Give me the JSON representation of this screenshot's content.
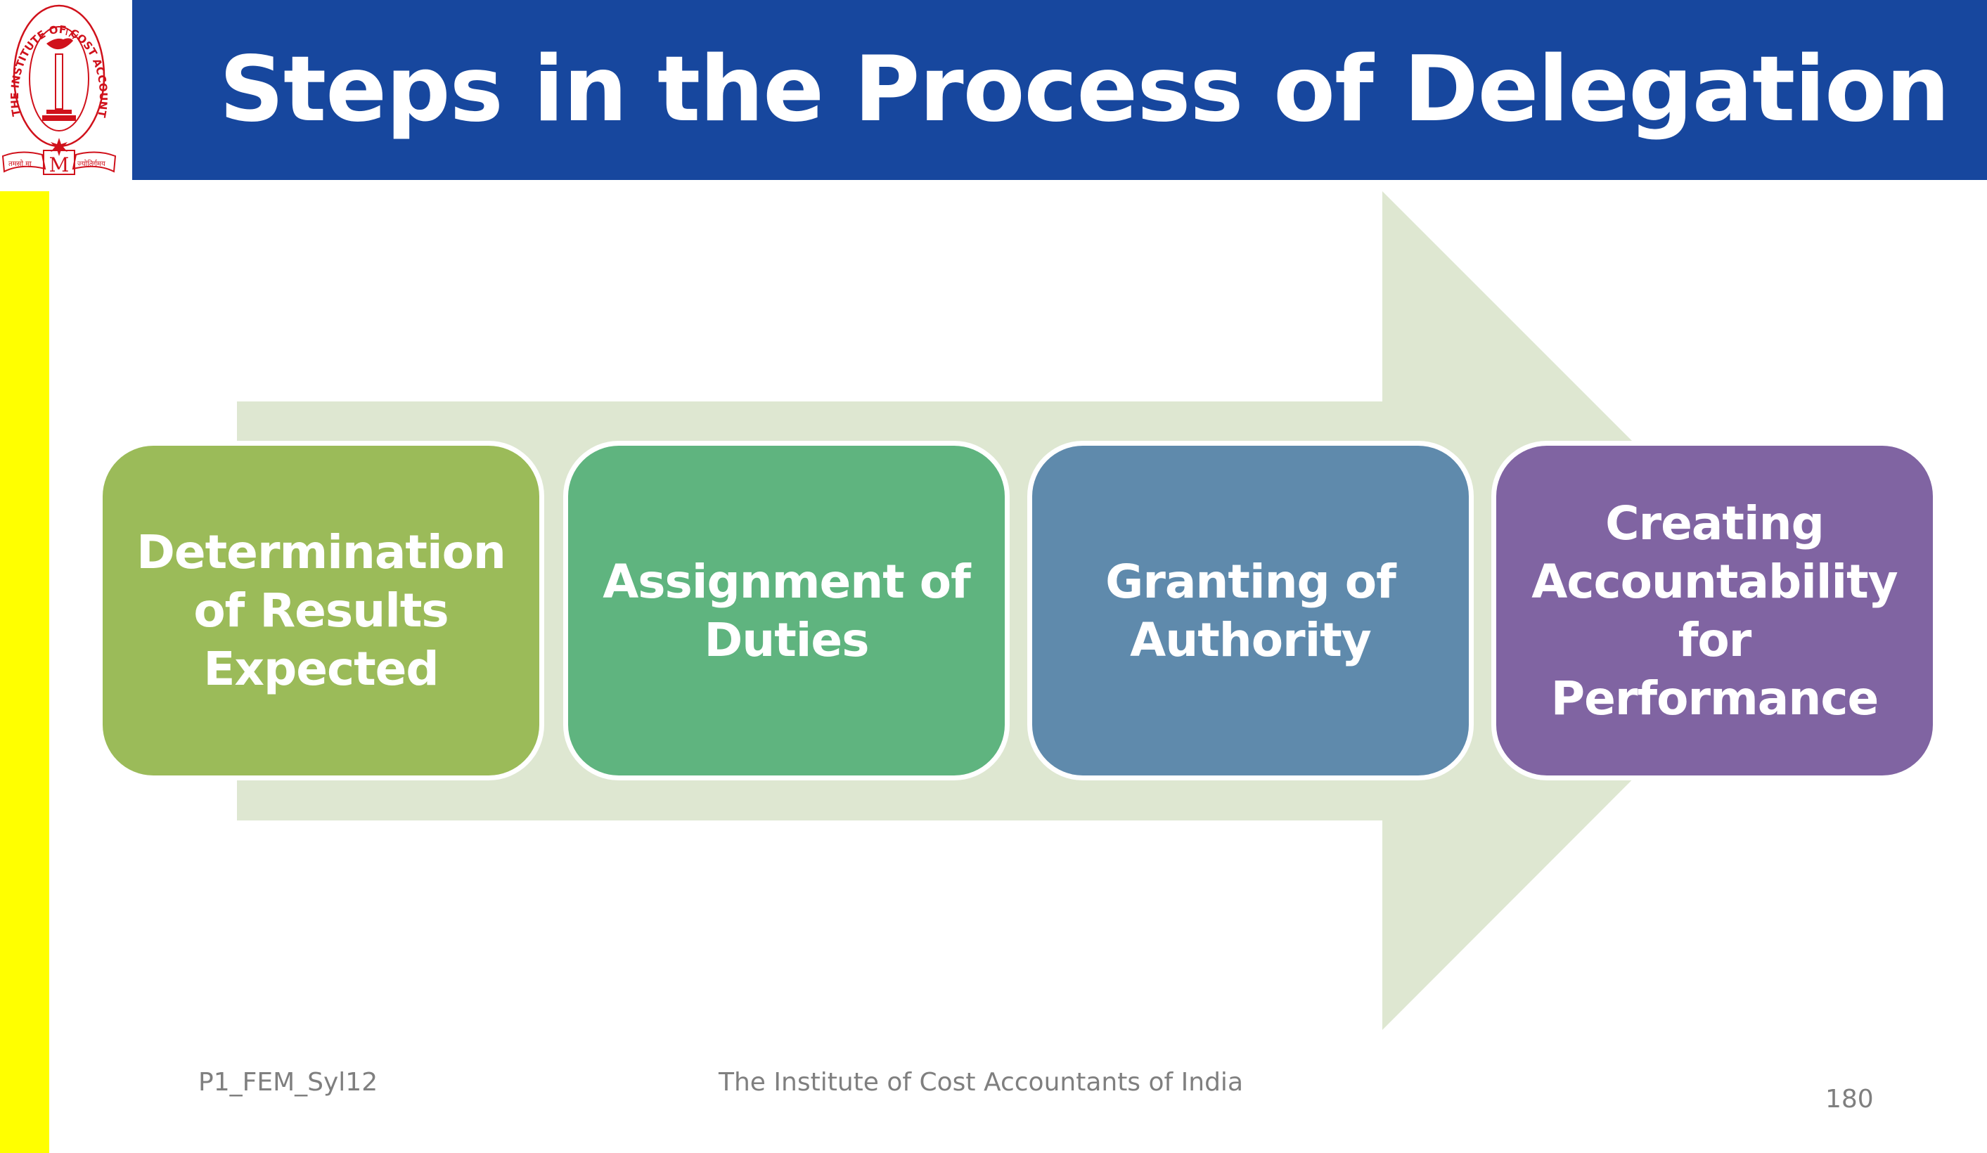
{
  "slide": {
    "title": "Steps in the Process of Delegation",
    "logo": {
      "icon": "institute-emblem-icon",
      "ring_text": "THE INSTITUTE OF COST ACCOUNTANTS OF INDIA",
      "motto_left": "तमसो मा",
      "motto_center": "M",
      "motto_right": "ज्योतिर्गमय"
    },
    "colors": {
      "banner": "#17479E",
      "side_bar": "#FFFF00",
      "arrow": "#DEE7D1",
      "logo_red": "#D0111B"
    }
  },
  "diagram": {
    "type": "process-arrow",
    "steps": [
      {
        "label": "Determination\nof Results\nExpected",
        "color": "#9BBB59"
      },
      {
        "label": "Assignment of\nDuties",
        "color": "#5FB47F"
      },
      {
        "label": "Granting of\nAuthority",
        "color": "#5F8AAC"
      },
      {
        "label": "Creating\nAccountability\nfor\nPerformance",
        "color": "#8064A2"
      }
    ]
  },
  "footer": {
    "code": "P1_FEM_Syl12",
    "organization": "The Institute of Cost Accountants of India",
    "page_number": "180"
  }
}
